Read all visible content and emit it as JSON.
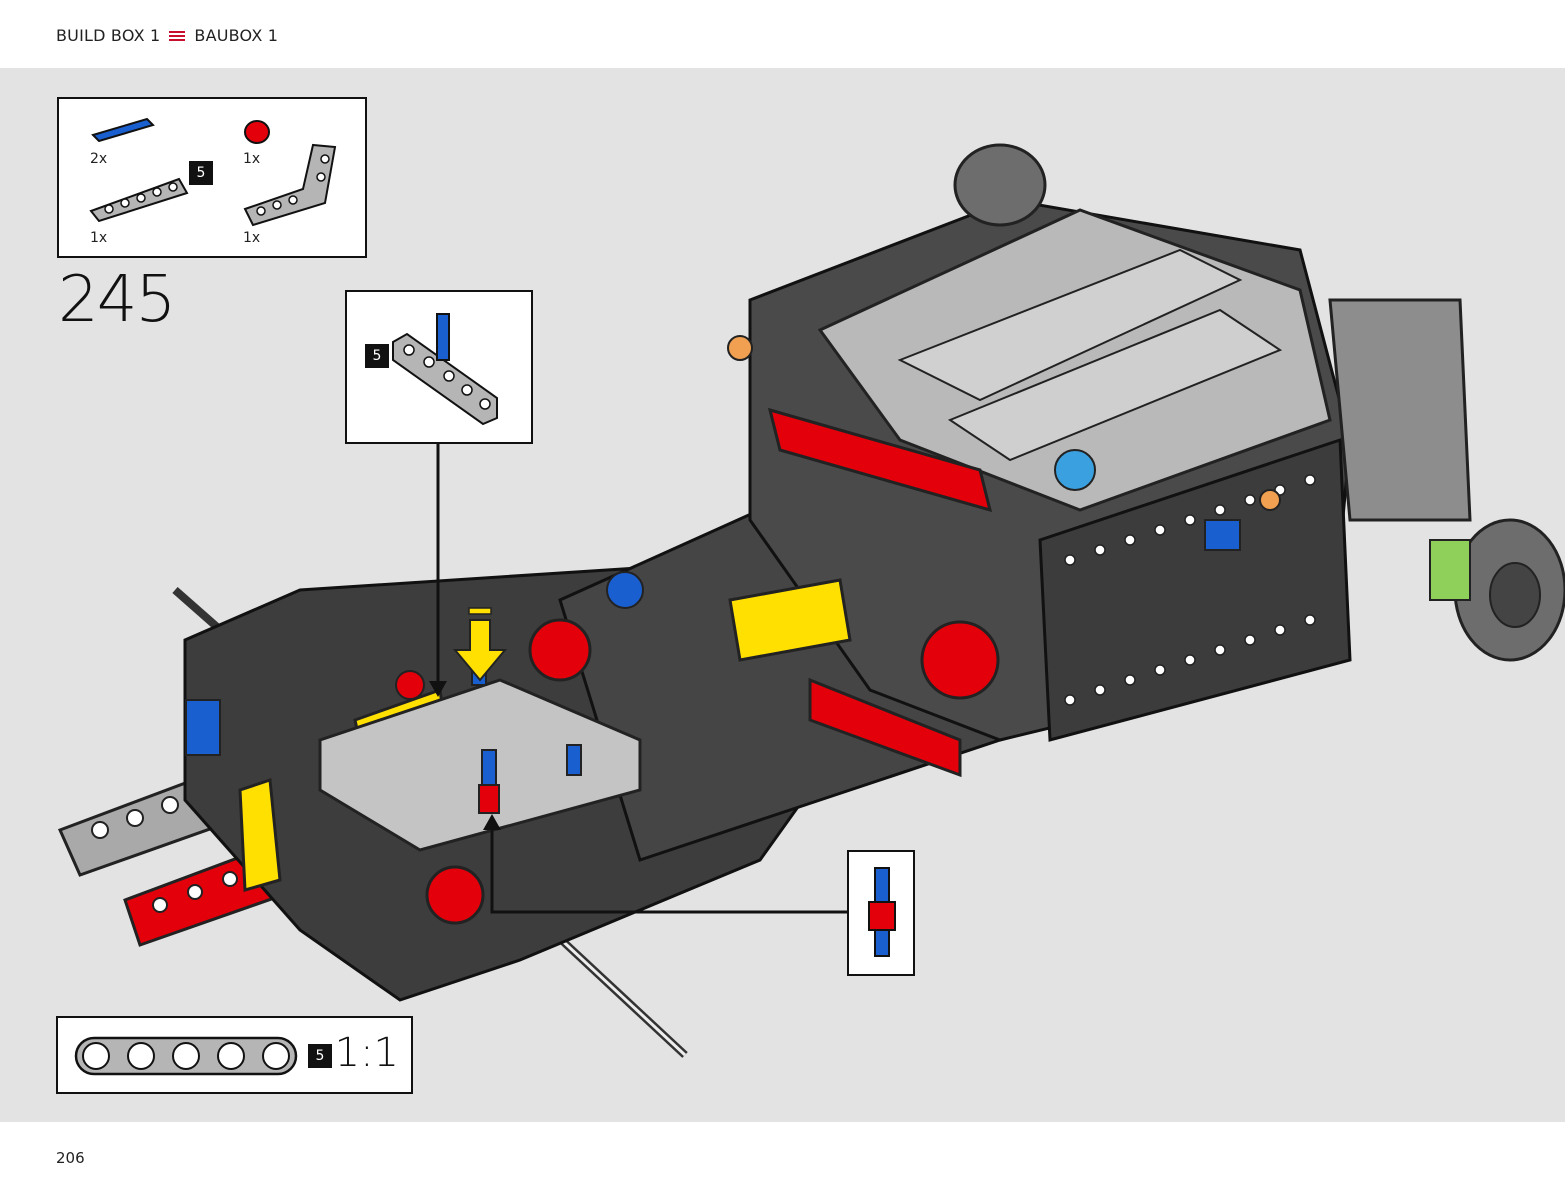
{
  "header": {
    "box_label": "BUILD BOX 1",
    "separator_icon": "menu-lines-icon",
    "box_label_de": "BAUBOX 1"
  },
  "parts_list": {
    "items": [
      {
        "name": "blue-pin",
        "qty": "2x"
      },
      {
        "name": "red-bush",
        "qty": "1x"
      },
      {
        "name": "gray-beam-5",
        "qty": "1x",
        "length": "5"
      },
      {
        "name": "gray-angle-beam",
        "qty": "1x"
      }
    ]
  },
  "step": {
    "number": "245"
  },
  "callout_top": {
    "length": "5"
  },
  "scale": {
    "length": "5",
    "ratio": "1:1"
  },
  "page": {
    "number": "206"
  },
  "colors": {
    "accent": "#c8102e",
    "background": "#e3e3e3",
    "lego_red": "#e3000b",
    "lego_blue": "#1a5fd0",
    "lego_yellow": "#ffe000",
    "lego_gray": "#a5a5a5",
    "lego_dark": "#3a3a3a"
  }
}
